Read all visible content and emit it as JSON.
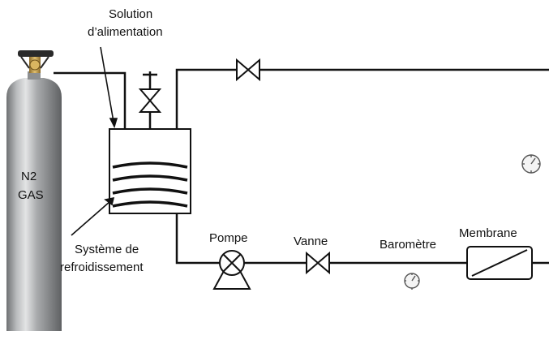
{
  "labels": {
    "feed_solution_line1": "Solution",
    "feed_solution_line2": "d’alimentation",
    "cylinder_line1": "N2",
    "cylinder_line2": "GAS",
    "cooling_line1": "Système de",
    "cooling_line2": "refroidissement",
    "pump": "Pompe",
    "valve": "Vanne",
    "barometer": "Baromètre",
    "membrane": "Membrane"
  },
  "colors": {
    "line": "#111111",
    "cylinder_body": "#9fa1a3",
    "cylinder_highlight": "#d8d9da",
    "cylinder_shadow": "#6f7173",
    "regulator_brass": "#c9a24a",
    "background": "#ffffff"
  },
  "icons": [
    "gas-cylinder-icon",
    "regulator-icon",
    "gate-valve-icon",
    "pump-icon",
    "pressure-gauge-icon",
    "membrane-module-icon",
    "cooling-coil-icon"
  ]
}
